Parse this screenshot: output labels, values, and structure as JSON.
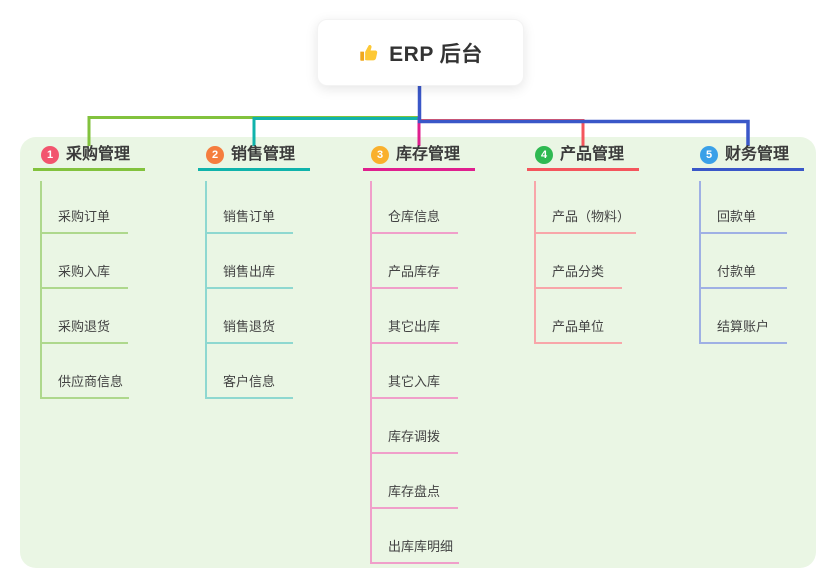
{
  "root": {
    "title": "ERP 后台",
    "icon": "thumbs-up-icon",
    "line_color": "#3a57c8"
  },
  "panel": {
    "background_color": "#eaf6e4"
  },
  "branches": [
    {
      "index": "1",
      "title": "采购管理",
      "badge_color": "#f2556e",
      "line_color": "#82c23d",
      "light_color": "#aed88c",
      "children": [
        "采购订单",
        "采购入库",
        "采购退货",
        "供应商信息"
      ]
    },
    {
      "index": "2",
      "title": "销售管理",
      "badge_color": "#f57d3e",
      "line_color": "#10b3ab",
      "light_color": "#8ed8d0",
      "children": [
        "销售订单",
        "销售出库",
        "销售退货",
        "客户信息"
      ]
    },
    {
      "index": "3",
      "title": "库存管理",
      "badge_color": "#f9b02c",
      "line_color": "#df1f8e",
      "light_color": "#f09fca",
      "children": [
        "仓库信息",
        "产品库存",
        "其它出库",
        "其它入库",
        "库存调拨",
        "库存盘点",
        "出库库明细"
      ]
    },
    {
      "index": "4",
      "title": "产品管理",
      "badge_color": "#2eb951",
      "line_color": "#f4555c",
      "light_color": "#f8a6a9",
      "children": [
        "产品（物料）",
        "产品分类",
        "产品单位"
      ]
    },
    {
      "index": "5",
      "title": "财务管理",
      "badge_color": "#3aa0e8",
      "line_color": "#3a57c8",
      "light_color": "#9fb0e4",
      "children": [
        "回款单",
        "付款单",
        "结算账户"
      ]
    }
  ]
}
